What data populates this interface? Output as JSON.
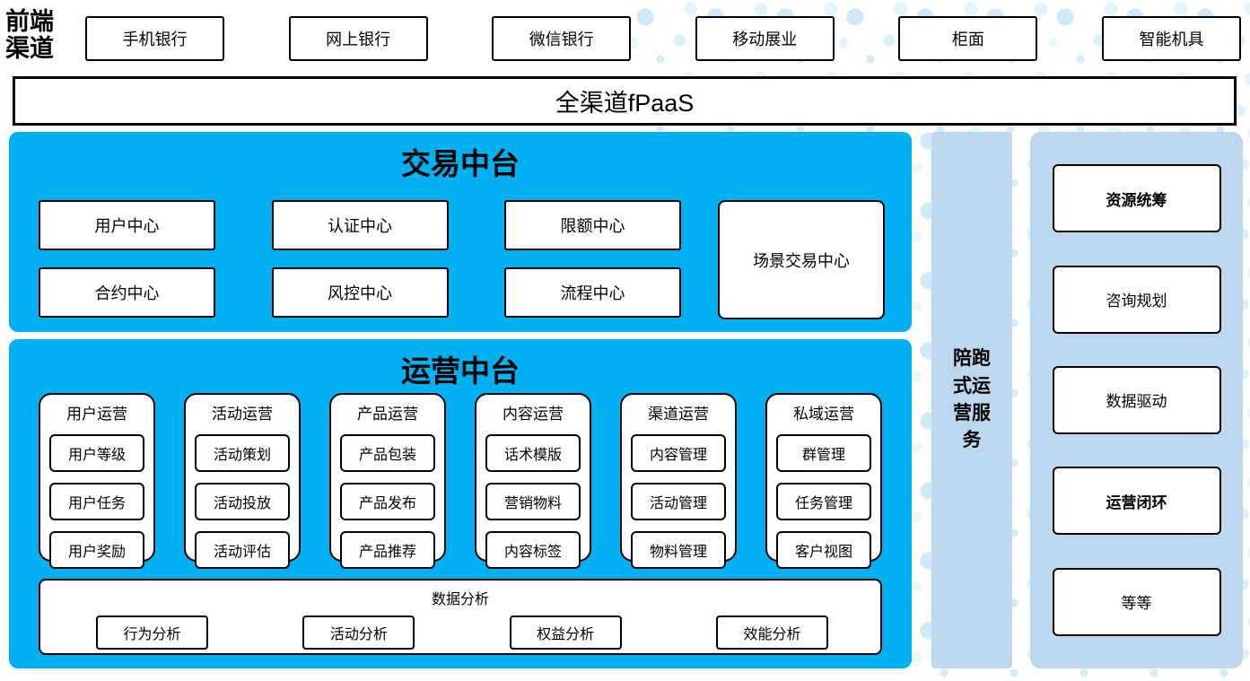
{
  "colors": {
    "primary_blue": "#00B0F0",
    "panel_light_blue": "#BDD7EE",
    "dot_blue": "#CFE9F8",
    "border": "#000000",
    "text": "#000000"
  },
  "front_channels": {
    "label": "前端渠道",
    "items": [
      "手机银行",
      "网上银行",
      "微信银行",
      "移动展业",
      "柜面",
      "智能机具"
    ]
  },
  "channel_platform": {
    "label": "全渠道fPaaS"
  },
  "transaction_platform": {
    "title": "交易中台",
    "centers": [
      "用户中心",
      "认证中心",
      "限额中心",
      "合约中心",
      "风控中心",
      "流程中心"
    ],
    "scenario_center": "场景交易中心"
  },
  "operation_platform": {
    "title": "运营中台",
    "groups": [
      {
        "title": "用户运营",
        "items": [
          "用户等级",
          "用户任务",
          "用户奖励"
        ]
      },
      {
        "title": "活动运营",
        "items": [
          "活动策划",
          "活动投放",
          "活动评估"
        ]
      },
      {
        "title": "产品运营",
        "items": [
          "产品包装",
          "产品发布",
          "产品推荐"
        ]
      },
      {
        "title": "内容运营",
        "items": [
          "话术模版",
          "营销物料",
          "内容标签"
        ]
      },
      {
        "title": "渠道运营",
        "items": [
          "内容管理",
          "活动管理",
          "物料管理"
        ]
      },
      {
        "title": "私域运营",
        "items": [
          "群管理",
          "任务管理",
          "客户视图"
        ]
      }
    ],
    "data_analysis": {
      "title": "数据分析",
      "items": [
        "行为分析",
        "活动分析",
        "权益分析",
        "效能分析"
      ]
    }
  },
  "escort_service": {
    "label": "陪跑式运营服务"
  },
  "service_panel": {
    "items": [
      {
        "label": "资源统筹",
        "bold": true
      },
      {
        "label": "咨询规划",
        "bold": false
      },
      {
        "label": "数据驱动",
        "bold": false
      },
      {
        "label": "运营闭环",
        "bold": true
      },
      {
        "label": "等等",
        "bold": false
      }
    ]
  }
}
